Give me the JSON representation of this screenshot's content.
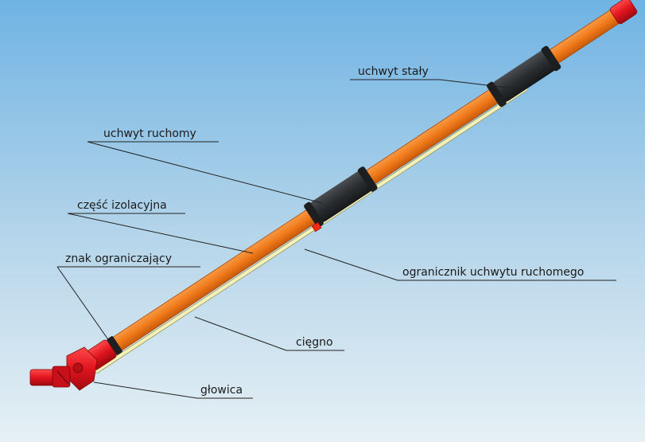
{
  "labels": {
    "fixed_grip": "uchwyt stały",
    "movable_grip": "uchwyt ruchomy",
    "insulating_part": "część izolacyjna",
    "limit_mark": "znak ograniczający",
    "movable_grip_stop": "ogranicznik uchwytu ruchomego",
    "rod": "cięgno",
    "head": "głowica"
  },
  "colors": {
    "sky_top": "#6fb3e3",
    "sky_bottom": "#e6f0f5",
    "pole_orange": "#f07a1a",
    "pole_shadow": "#c85a0a",
    "grip_black": "#2a2d30",
    "head_red": "#e0141e",
    "rod_cream": "#f3f0b8",
    "stop_red": "#f02a10",
    "leader_line": "#222222"
  }
}
